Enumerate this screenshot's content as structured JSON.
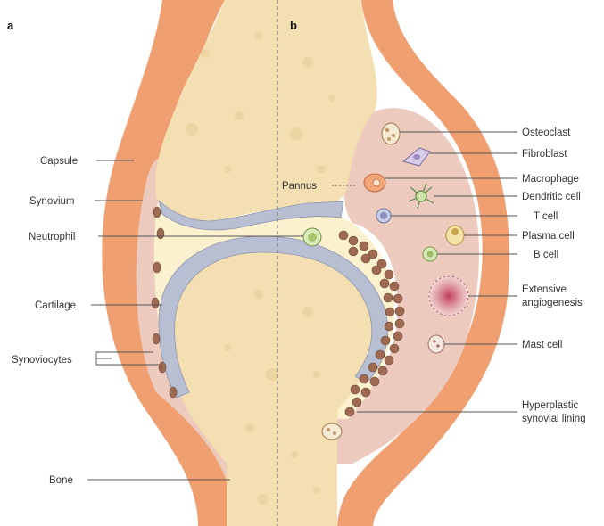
{
  "panels": {
    "a": "a",
    "b": "b"
  },
  "labels_left": {
    "capsule": "Capsule",
    "synovium": "Synovium",
    "neutrophil": "Neutrophil",
    "cartilage": "Cartilage",
    "synoviocytes": "Synoviocytes",
    "bone": "Bone"
  },
  "labels_right": {
    "osteoclast": "Osteoclast",
    "fibroblast": "Fibroblast",
    "macrophage": "Macrophage",
    "dendritic_cell": "Dendritic cell",
    "t_cell": "T cell",
    "plasma_cell": "Plasma cell",
    "b_cell": "B cell",
    "angiogenesis_1": "Extensive",
    "angiogenesis_2": "angiogenesis",
    "mast_cell": "Mast cell",
    "hyperplastic_1": "Hyperplastic",
    "hyperplastic_2": "synovial lining"
  },
  "labels_center": {
    "pannus": "Pannus"
  },
  "colors": {
    "capsule": "#f0a070",
    "synovial_tissue": "#eccabd",
    "bone": "#f3dfb1",
    "cartilage": "#b9bfd3",
    "synovial_fluid": "#fbf1cf",
    "cell_brown": "#9e6a52"
  }
}
